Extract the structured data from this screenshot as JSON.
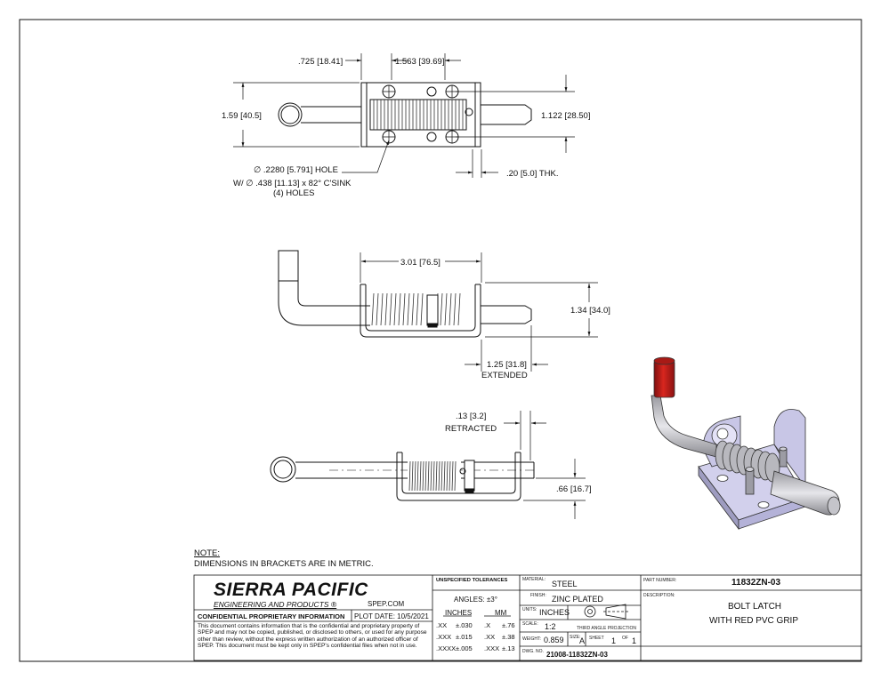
{
  "note": {
    "heading": "NOTE:",
    "text": "DIMENSIONS IN BRACKETS ARE IN METRIC."
  },
  "drawing": {
    "top_view": {
      "d_offset": ".725",
      "d_offset_mm": "18.41",
      "d_bracket": "1.563",
      "d_bracket_mm": "39.69",
      "d_height": "1.59",
      "d_height_mm": "40.5",
      "d_hole_span": "1.122",
      "d_hole_span_mm": "28.50",
      "hole_note_1": ".2280",
      "hole_note_1_mm": "5.791",
      "hole_note_1_label": "HOLE",
      "hole_note_2": "W/ ∅ .438 [11.13] x 82° C'SINK",
      "hole_note_3": "(4) HOLES",
      "thk": ".20",
      "thk_mm": "5.0",
      "thk_label": "THK."
    },
    "side_view": {
      "d_length": "3.01",
      "d_length_mm": "76.5",
      "d_height": "1.34",
      "d_height_mm": "34.0",
      "d_extended": "1.25",
      "d_extended_mm": "31.8",
      "extended_label": "EXTENDED"
    },
    "bottom_view": {
      "d_retracted": ".13",
      "d_retracted_mm": "3.2",
      "retracted_label": "RETRACTED",
      "d_height": ".66",
      "d_height_mm": "16.7"
    }
  },
  "title_block": {
    "company": "SIERRA PACIFIC",
    "company_sub": "ENGINEERING AND PRODUCTS",
    "website": "SPEP.COM",
    "confidential_title": "CONFIDENTIAL PROPRIETARY INFORMATION",
    "plot_date_label": "PLOT DATE:",
    "plot_date": "10/5/2021",
    "confidential_text": "This document contains information that is the confidential and proprietary property of SPEP and may not be copied, published, or disclosed to others, or used for any purpose  other than review, without the express written authorization of an authorized officer of SPEP. This document must be kept only in SPEP's confidential files when not in use.",
    "tolerances": {
      "title": "UNSPECIFIED TOLERANCES",
      "angles": "ANGLES: ±3°",
      "inches_header": "INCHES",
      "mm_header": "MM",
      "rows": [
        {
          "in_label": ".XX",
          "in_val": "±.030",
          "mm_label": ".X",
          "mm_val": "±.76"
        },
        {
          "in_label": ".XXX",
          "in_val": "±.015",
          "mm_label": ".XX",
          "mm_val": "±.38"
        },
        {
          "in_label": ".XXXX",
          "in_val": "±.005",
          "mm_label": ".XXX",
          "mm_val": "±.13"
        }
      ]
    },
    "material_label": "MATERIAL:",
    "material": "STEEL",
    "finish_label": "FINISH:",
    "finish": "ZINC PLATED",
    "units_label": "UNITS:",
    "units": "INCHES",
    "scale_label": "SCALE:",
    "scale": "1:2",
    "projection": "THIRD ANGLE PROJECTION",
    "weight_label": "WEIGHT:",
    "weight": "0.859",
    "size_label": "SIZE:",
    "size": "A",
    "sheet_label": "SHEET",
    "sheet": "1",
    "of_label": "OF",
    "sheet_total": "1",
    "dwg_label": "DWG. NO.",
    "dwg_no": "21008-11832ZN-03",
    "part_number_label": "PART NUMBER:",
    "part_number": "11832ZN-03",
    "description_label": "DESCRIPTION:",
    "description_1": "BOLT LATCH",
    "description_2": "WITH RED PVC GRIP"
  },
  "colors": {
    "grip": "#c8201c",
    "bracket_shade": "#d2d0ec",
    "line": "#1a1a1a"
  }
}
